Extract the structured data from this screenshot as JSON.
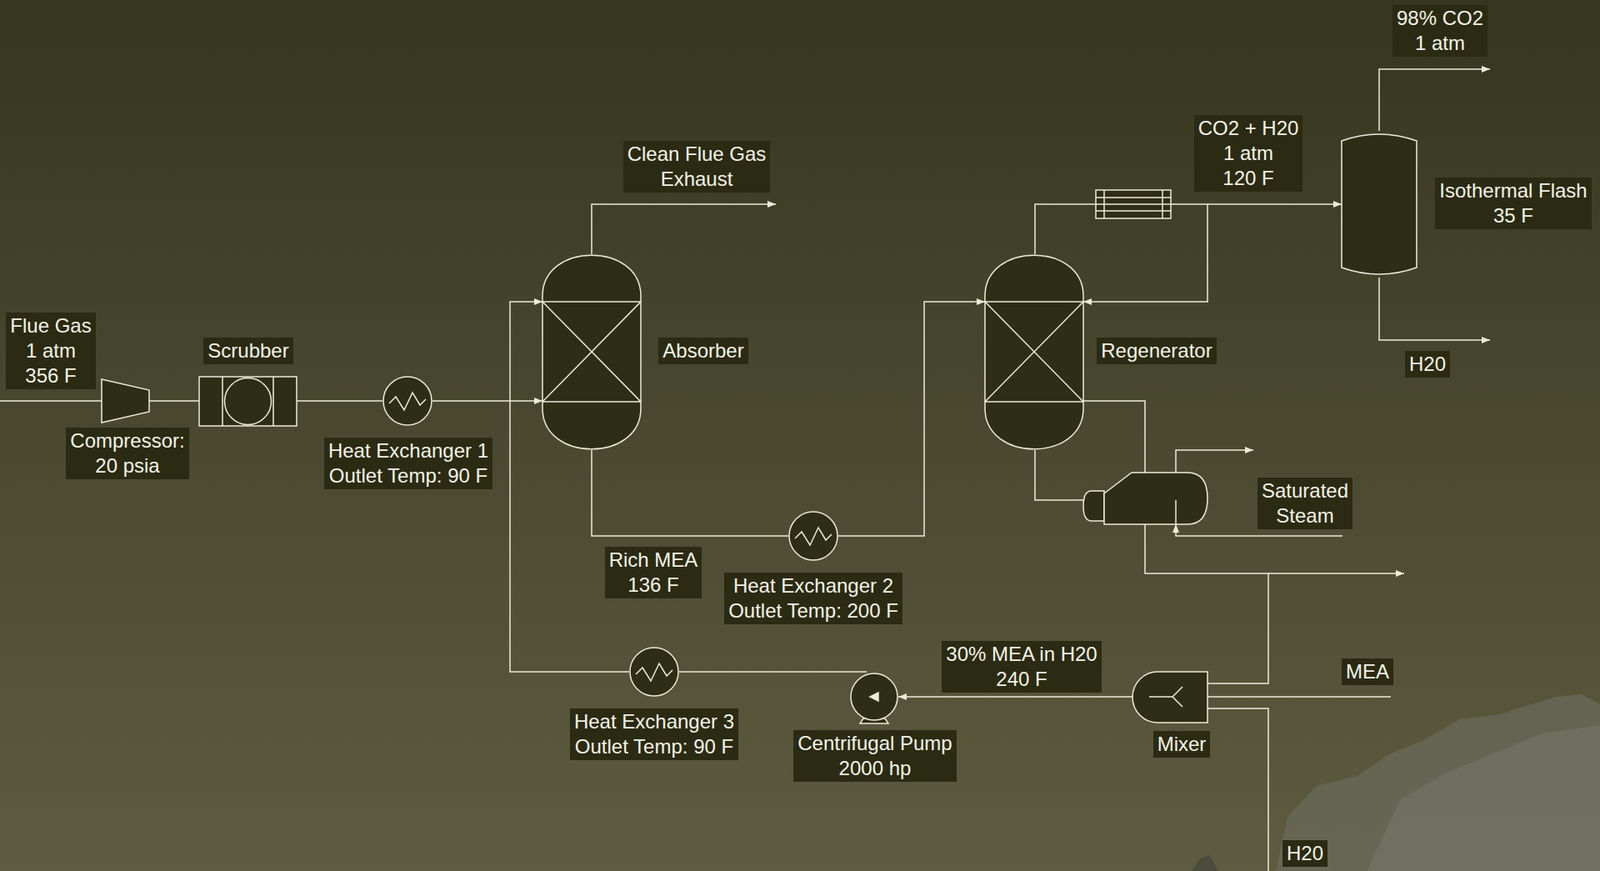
{
  "diagram": {
    "nodes": [
      {
        "text": [
          "Compressor: 20 psia"
        ]
      },
      {
        "text": [
          "Scrubber"
        ]
      },
      {
        "text": [
          "Heat Exchanger 1 Outlet Temp: 90 F"
        ]
      },
      {
        "text": [
          "Absorber"
        ]
      },
      {
        "text": [
          "Heat Exchanger 2 Outlet Temp: 200 F"
        ]
      },
      {
        "text": [
          "Regenerator"
        ]
      },
      {
        "text": [
          "Isothermal Flash 35 F"
        ]
      },
      {
        "text": [
          "Mixer"
        ]
      },
      {
        "text": [
          "Centrifugal Pump 2000 hp"
        ]
      },
      {
        "text": [
          "Heat Exchanger 3 Outlet Temp: 90 F"
        ]
      }
    ],
    "edges": [
      {
        "from": 0,
        "to": 1,
        "arrow": "none"
      },
      {
        "from": 1,
        "to": 2,
        "arrow": "none"
      },
      {
        "from": 2,
        "to": 3,
        "arrow": "to"
      },
      {
        "from": 3,
        "to": 4,
        "arrow": "none"
      },
      {
        "from": 4,
        "to": 5,
        "arrow": "to"
      },
      {
        "from": 5,
        "to": 6,
        "arrow": "to"
      },
      {
        "from": 5,
        "to": 7,
        "arrow": "none"
      },
      {
        "from": 7,
        "to": 8,
        "arrow": "to",
        "label": "30% MEA in H20 240 F"
      },
      {
        "from": 8,
        "to": 9,
        "arrow": "none"
      },
      {
        "from": 9,
        "to": 3,
        "arrow": "to"
      }
    ],
    "labels": [
      "Flue Gas 1 atm 356 F",
      "Clean Flue Gas Exhaust",
      "CO2 + H20 1 atm 120 F",
      "98% CO2 1 atm",
      "H20",
      "Saturated Steam",
      "Rich MEA 136 F",
      "MEA",
      "H20"
    ]
  }
}
